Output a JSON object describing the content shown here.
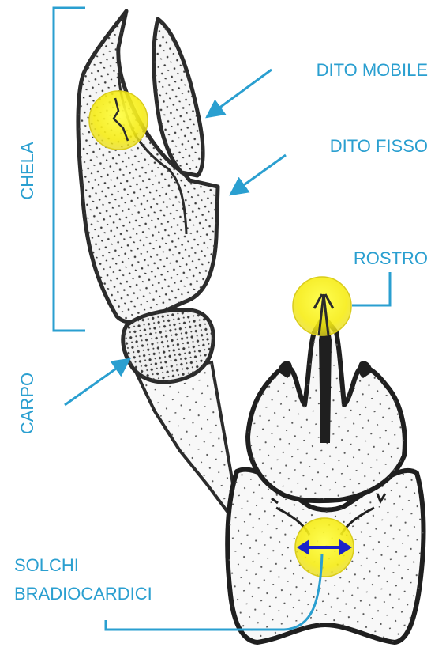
{
  "colors": {
    "label": "#2a9fd0",
    "line": "#2a9fd0",
    "highlight": "#ffee00",
    "highlight_edge": "#d9cc1a",
    "arrow_double": "#1a22c8",
    "outline": "#2b2b2b",
    "shell_fill": "#f4f4f4",
    "dots": "#3a3a3a"
  },
  "labels": {
    "dito_mobile": "DITO MOBILE",
    "dito_fisso": "DITO FISSO",
    "rostro": "ROSTRO",
    "chela": "CHELA",
    "carpo": "CARPO",
    "solchi_line1": "SOLCHI",
    "solchi_line2": "BRADIOCARDICI"
  },
  "icons": {
    "claw": "crayfish-claw-illustration",
    "head": "crayfish-cephalothorax-illustration",
    "double_arrow": "double-headed-arrow"
  }
}
